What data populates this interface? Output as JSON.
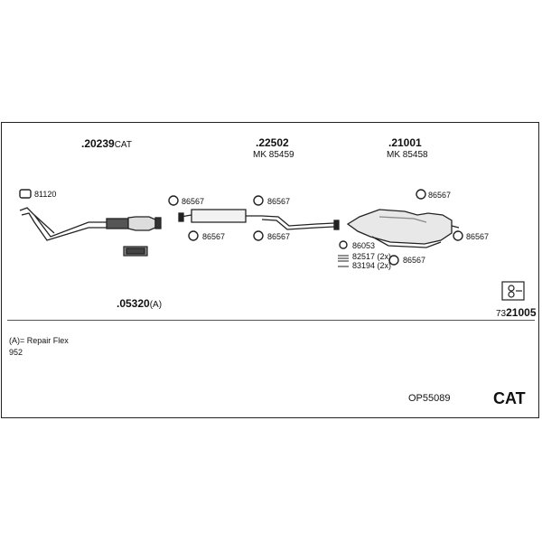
{
  "groups": {
    "g1": {
      "number": ".20239",
      "suffix": "CAT"
    },
    "g2": {
      "number": ".22502",
      "mk": "MK  85459"
    },
    "g3": {
      "number": ".21001",
      "mk": "MK  85458"
    },
    "g4": {
      "number": ".05320",
      "suffix": "(A)"
    },
    "g5": {
      "prefix": "73",
      "number": "21005"
    }
  },
  "fittings": {
    "f81120": "81120",
    "f86567": "86567",
    "f86053": "86053",
    "f82517": "82517 (2x)",
    "f83194": "83194 (2x)"
  },
  "notes": {
    "repair": "(A)= Repair Flex",
    "code": "952"
  },
  "footer": {
    "model": "OP55089",
    "type": "CAT"
  }
}
